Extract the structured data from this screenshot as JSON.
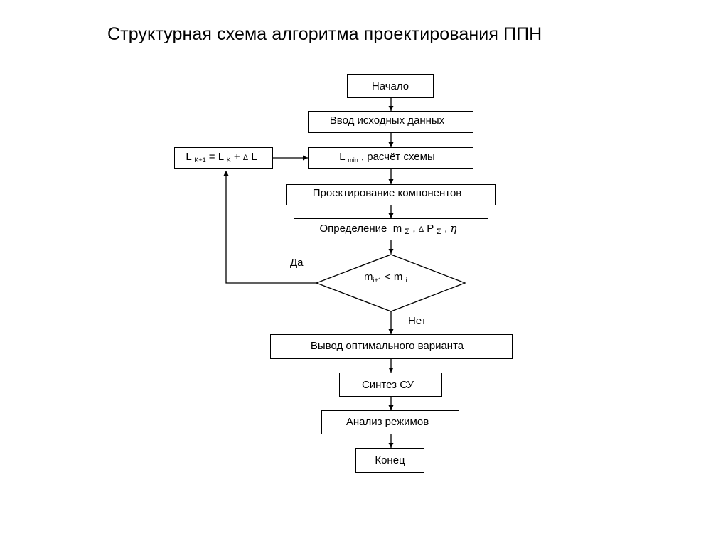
{
  "title": "Структурная схема алгоритма проектирования ППН",
  "steps": {
    "start": "Начало",
    "input": "Ввод исходных данных",
    "lmin_sym": "L",
    "lmin_sub": "min",
    "lmin_text": ", расчёт  схемы",
    "design": "Проектирование компонентов",
    "determine": "Определение",
    "m_sym": "m",
    "sigma": "Σ",
    "comma": ",",
    "delta": "Δ",
    "p_sym": "P",
    "eta": "η",
    "output": "Вывод оптимального варианта",
    "synthesis": "Синтез СУ",
    "analysis": "Анализ режимов",
    "end": "Конец"
  },
  "loop": {
    "l": "L",
    "sub_k1": "K+1",
    "eq": "=",
    "sub_k": "K",
    "plus": "+",
    "delta": "Δ"
  },
  "condition": {
    "m": "m",
    "sub_i1": "i+1",
    "lt": "<",
    "sub_i": "i",
    "yes": "Да",
    "no": "Нет"
  }
}
